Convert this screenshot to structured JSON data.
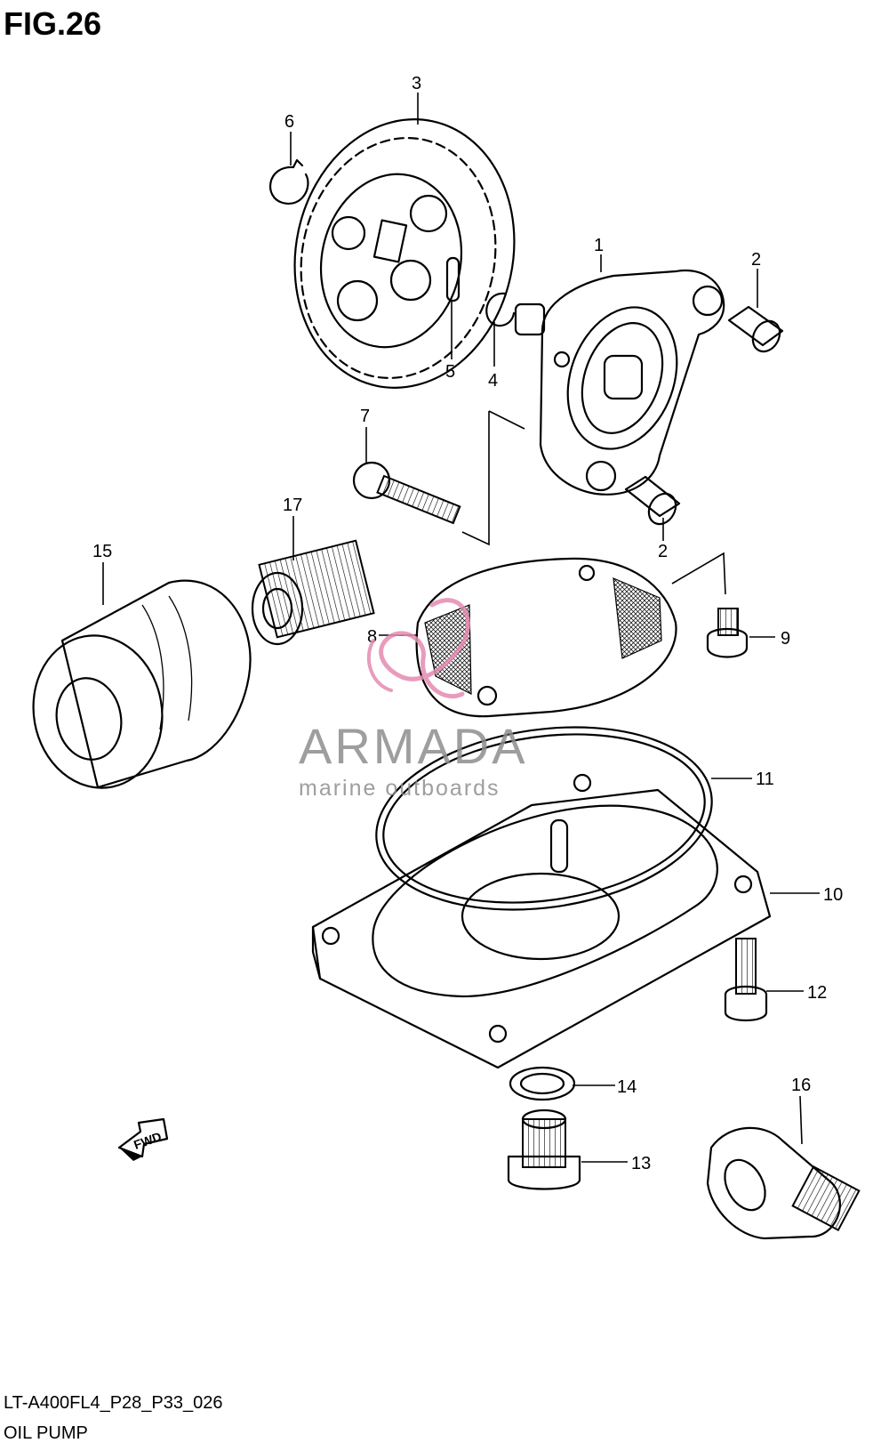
{
  "figure": {
    "title": "FIG.26"
  },
  "callouts": [
    {
      "id": "1",
      "label": "1"
    },
    {
      "id": "2",
      "label": "2"
    },
    {
      "id": "3",
      "label": "3"
    },
    {
      "id": "4",
      "label": "4"
    },
    {
      "id": "5",
      "label": "5"
    },
    {
      "id": "6",
      "label": "6"
    },
    {
      "id": "7",
      "label": "7"
    },
    {
      "id": "8",
      "label": "8"
    },
    {
      "id": "9",
      "label": "9"
    },
    {
      "id": "10",
      "label": "10"
    },
    {
      "id": "11",
      "label": "11"
    },
    {
      "id": "12",
      "label": "12"
    },
    {
      "id": "13",
      "label": "13"
    },
    {
      "id": "14",
      "label": "14"
    },
    {
      "id": "15",
      "label": "15"
    },
    {
      "id": "16",
      "label": "16"
    },
    {
      "id": "17",
      "label": "17"
    }
  ],
  "direction_marker": {
    "label": "FWD",
    "icon": "fwd-arrow-icon"
  },
  "watermark": {
    "brand": "ARMADA",
    "tagline": "marine outboards",
    "accent_color": "#e58bb1",
    "text_color": "#8e8e8e"
  },
  "footer": {
    "code": "LT-A400FL4_P28_P33_026",
    "title": "OIL PUMP"
  }
}
